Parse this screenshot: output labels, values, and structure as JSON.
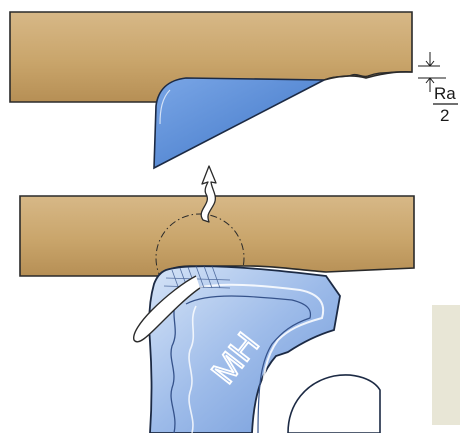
{
  "annotation": {
    "symbol": "Ra",
    "divisor": "2"
  },
  "insert_marking": "MH",
  "colors": {
    "workpiece": "#c9a56b",
    "workpiece_edge": "#2a2a2a",
    "insert_blue": "#8fb2e6",
    "insert_light": "#c9dbf3",
    "chip_blue": "#4f86d4",
    "side_panel": "#e8e6d6"
  }
}
